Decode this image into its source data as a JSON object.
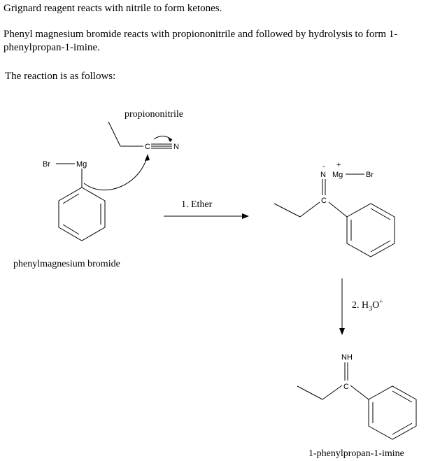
{
  "text": {
    "line1": "Grignard reagent reacts with nitrile to form ketones.",
    "line2": "Phenyl magnesium bromide reacts with propiononitrile and followed by hydrolysis to form 1-phenylpropan-1-imine.",
    "line3": "The reaction is as follows:"
  },
  "labels": {
    "propiononitrile": "propiononitrile",
    "phenylmagnesium_bromide": "phenylmagnesium bromide",
    "step1": "1. Ether",
    "step2_prefix": "2.  H",
    "step2_sub": "3",
    "step2_mid": "O",
    "step2_sup": "+",
    "product": "1-phenylpropan-1-imine"
  },
  "atoms": {
    "br": "Br",
    "mg": "Mg",
    "c": "C",
    "n": "N",
    "nh": "NH",
    "minus": "-",
    "plus": "+"
  }
}
